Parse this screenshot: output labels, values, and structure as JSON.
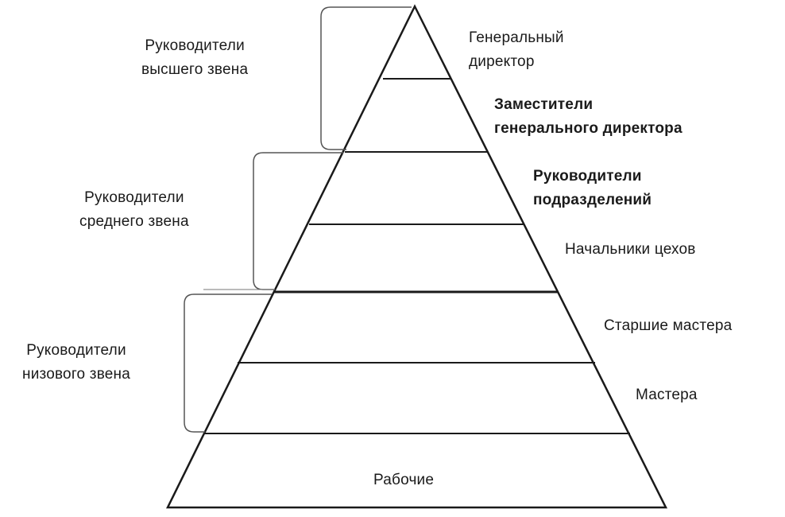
{
  "groups": {
    "top": [
      "Руководители",
      "высшего звена"
    ],
    "middle": [
      "Руководители",
      "среднего звена"
    ],
    "lower": [
      "Руководители",
      "низового звена"
    ]
  },
  "levels": {
    "general_director": [
      "Генеральный",
      "директор"
    ],
    "deputies": [
      "Заместители",
      "генерального директора"
    ],
    "division_heads": [
      "Руководители",
      "подразделений"
    ],
    "shop_chiefs": "Начальники цехов",
    "senior_foremen": "Старшие мастера",
    "foremen": "Мастера",
    "workers": "Рабочие"
  },
  "colors": {
    "line": "#1a1a1a",
    "bracket": "#555555"
  }
}
